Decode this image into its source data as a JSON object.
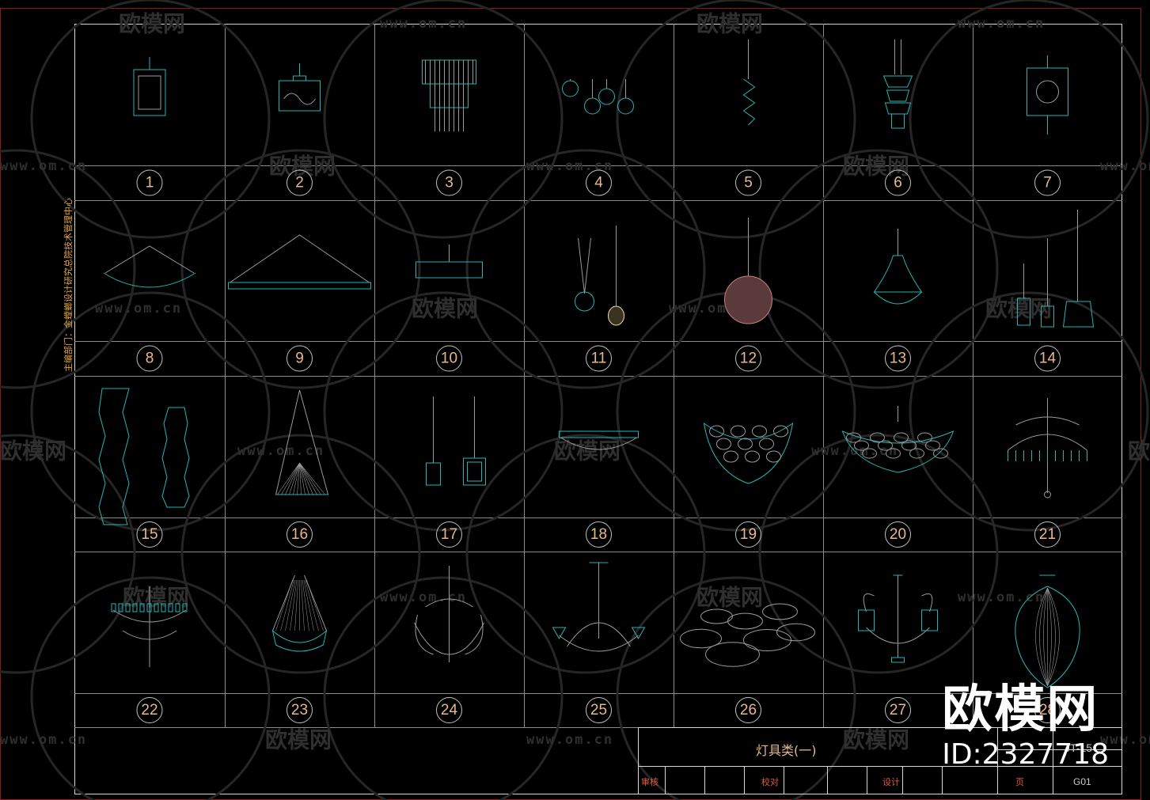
{
  "watermark": {
    "brand_cn": "欧模网",
    "url": "www.om.cn"
  },
  "brand_badge": {
    "name": "欧模网",
    "id": "ID:2327718"
  },
  "side_note": "主编部门：金螳螂设计研究总院技术管理中心",
  "title_block": {
    "title": "灯具类(一)",
    "drawing_no": "JT-15",
    "review_label": "审核",
    "check_label": "校对",
    "design_label": "设计",
    "page_label": "页",
    "sheet_no": "G01"
  },
  "fixtures": [
    {
      "number": "1",
      "icon": "square-lantern-icon"
    },
    {
      "number": "2",
      "icon": "box-lantern-icon"
    },
    {
      "number": "3",
      "icon": "tiered-crystal-icon"
    },
    {
      "number": "4",
      "icon": "globe-cluster-icon"
    },
    {
      "number": "5",
      "icon": "spiral-pendant-icon"
    },
    {
      "number": "6",
      "icon": "pagoda-pendant-icon"
    },
    {
      "number": "7",
      "icon": "chinese-lantern-icon"
    },
    {
      "number": "8",
      "icon": "bowl-suspension-icon"
    },
    {
      "number": "9",
      "icon": "linear-pyramid-icon"
    },
    {
      "number": "10",
      "icon": "linear-box-icon"
    },
    {
      "number": "11",
      "icon": "glass-orb-pendant-icon"
    },
    {
      "number": "12",
      "icon": "sphere-pendant-icon"
    },
    {
      "number": "13",
      "icon": "bell-pendant-icon"
    },
    {
      "number": "14",
      "icon": "pendant-group-icon"
    },
    {
      "number": "15",
      "icon": "paper-column-icon"
    },
    {
      "number": "16",
      "icon": "cone-string-icon"
    },
    {
      "number": "17",
      "icon": "square-pendant-pair-icon"
    },
    {
      "number": "18",
      "icon": "flush-drum-icon"
    },
    {
      "number": "19",
      "icon": "petal-bowl-icon"
    },
    {
      "number": "20",
      "icon": "petal-basin-icon"
    },
    {
      "number": "21",
      "icon": "crystal-chandelier-icon"
    },
    {
      "number": "22",
      "icon": "candle-chandelier-icon"
    },
    {
      "number": "23",
      "icon": "crystal-cascade-icon"
    },
    {
      "number": "24",
      "icon": "scroll-chandelier-icon"
    },
    {
      "number": "25",
      "icon": "arm-chandelier-icon"
    },
    {
      "number": "26",
      "icon": "disc-cluster-icon"
    },
    {
      "number": "27",
      "icon": "wrought-chandelier-icon"
    },
    {
      "number": "28",
      "icon": "mesh-cocoon-icon"
    }
  ]
}
